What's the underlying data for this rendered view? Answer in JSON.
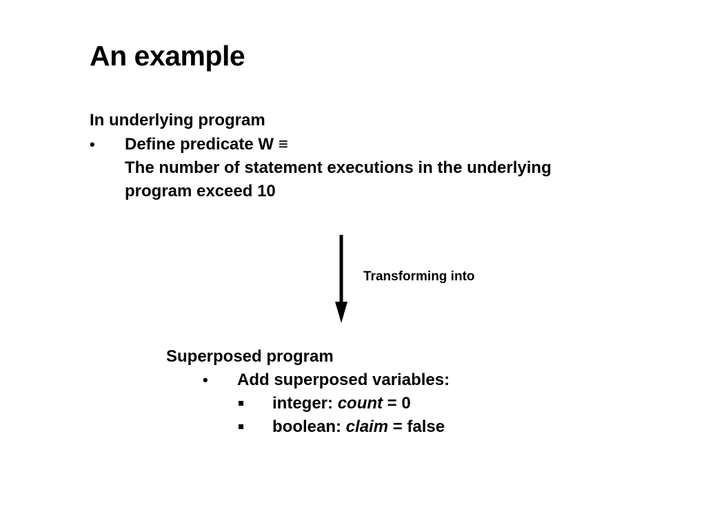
{
  "slide": {
    "title": "An example",
    "section1": {
      "heading": "In underlying program",
      "bullet": {
        "line1": "Define predicate W ≡",
        "line2": "The number of statement executions in the underlying",
        "line3": "program exceed 10"
      }
    },
    "arrow_label": "Transforming into",
    "section2": {
      "heading": "Superposed program",
      "bullet": "Add superposed variables:",
      "items": [
        {
          "prefix": "integer: ",
          "var": "count",
          "suffix": " = 0"
        },
        {
          "prefix": "boolean: ",
          "var": "claim",
          "suffix": " = false"
        }
      ]
    }
  }
}
